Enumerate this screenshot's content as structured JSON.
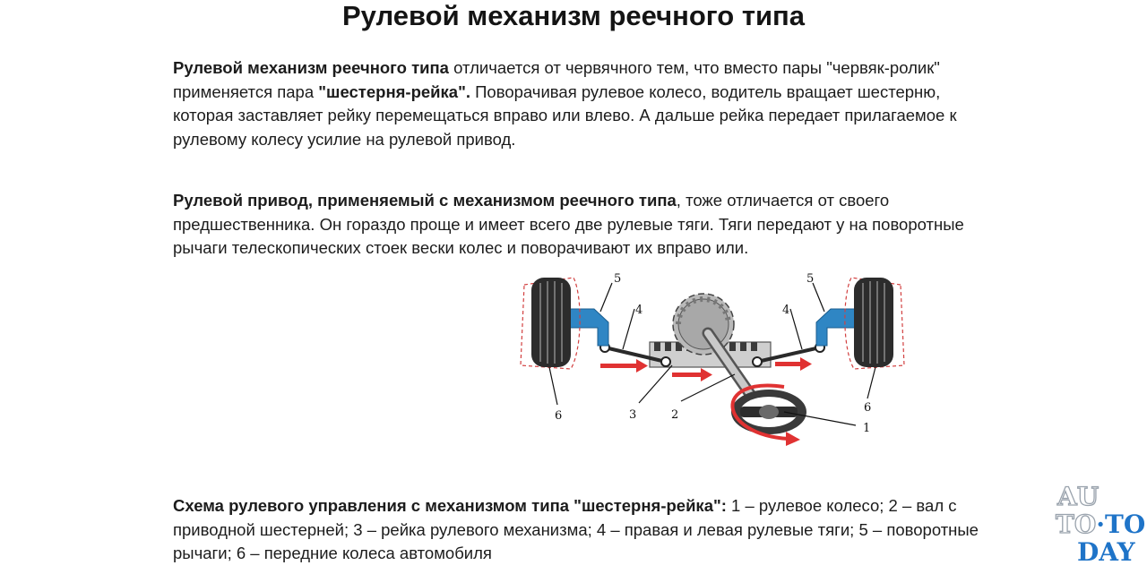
{
  "title": "Рулевой механизм реечного типа",
  "paragraph1": {
    "lead_bold": "Рулевой механизм реечного типа",
    "text_a": " отличается от червячного тем, что вместо пары \"червяк-ролик\" применяется пара ",
    "pair_bold": "\"шестерня-рейка\".",
    "text_b": " Поворачивая рулевое колесо, водитель вращает шестерню, которая заставляет рейку перемещаться вправо или влево. А дальше рейка передает прилагаемое к рулевому колесу усилие на рулевой привод."
  },
  "paragraph2": {
    "lead_bold": "Рулевой привод, применяемый с механизмом реечного типа",
    "text": ", тоже отличается от своего предшественника. Он гораздо проще и имеет всего две рулевые тяги. Тяги передают у на поворотные рычаги телескопических стоек вески колес и поворачивают их вправо или."
  },
  "caption": {
    "lead_bold": "Схема рулевого управления с механизмом типа \"шестерня-рейка\":",
    "text": " 1 – рулевое колесо; 2 – вал с приводной шестерней; 3 – рейка рулевого механизма; 4 – правая и левая рулевые тяги; 5 – поворотные рычаги; 6 – передние колеса автомобиля"
  },
  "diagram": {
    "labels": {
      "n1": "1",
      "n2": "2",
      "n3": "3",
      "n4_left": "4",
      "n4_right": "4",
      "n5_left": "5",
      "n5_right": "5",
      "n6_left": "6",
      "n6_right": "6"
    },
    "colors": {
      "tire": "#2c2c2c",
      "lever": "#2f86c4",
      "arrow": "#e03232",
      "metal": "#8e8e8e",
      "outline": "#d24040"
    }
  },
  "watermark": {
    "line1": "AU",
    "line2_a": "TO",
    "line2_b": "·TO",
    "line3": "DAY"
  }
}
